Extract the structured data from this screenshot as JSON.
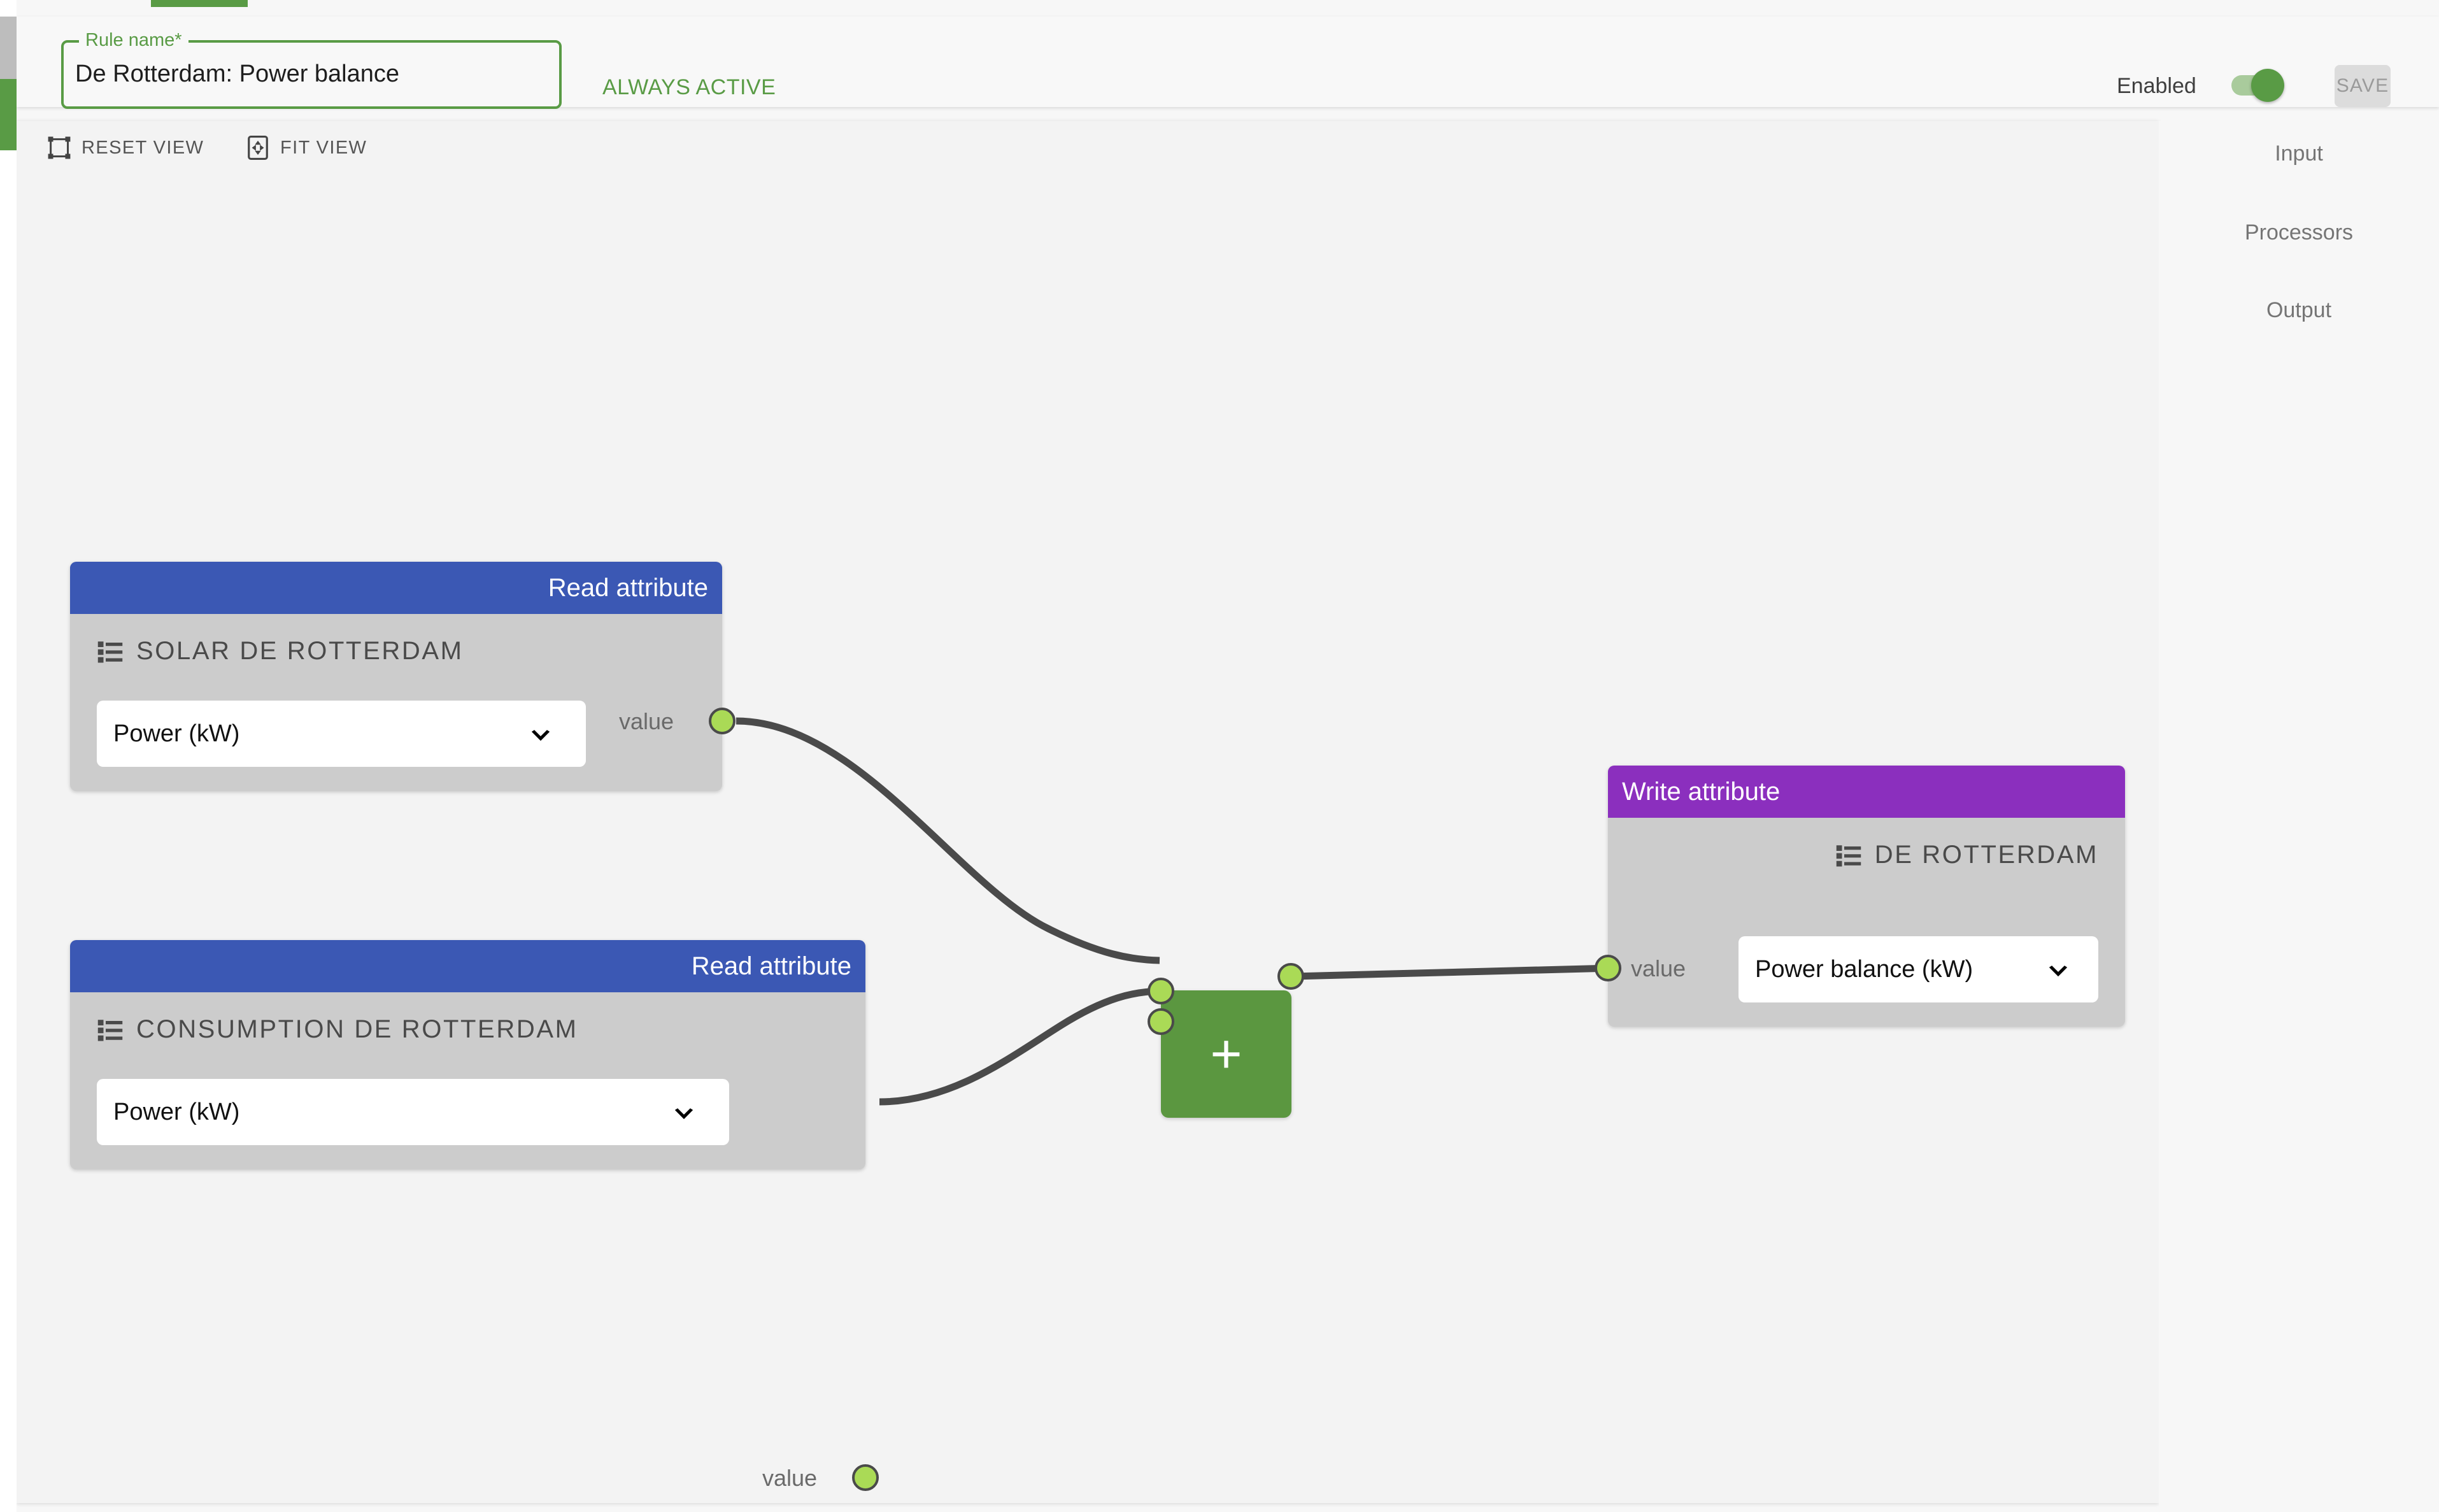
{
  "header": {
    "rule_name_legend": "Rule name*",
    "rule_name_value": "De Rotterdam: Power balance",
    "rule_name_placeholder": "Rule name",
    "always_active": "ALWAYS ACTIVE",
    "enabled_label": "Enabled",
    "enabled_state": "on",
    "save_label": "SAVE",
    "accent_green": "#599b45"
  },
  "toolbar": {
    "reset_view_label": "RESET VIEW",
    "reset_view_icon": "crop-frame-icon",
    "fit_view_label": "FIT VIEW",
    "fit_view_icon": "fit-arrows-icon"
  },
  "palette": {
    "input_label": "Input",
    "processors_label": "Processors",
    "output_label": "Output"
  },
  "canvas": {
    "nodes": [
      {
        "id": "read-solar",
        "type": "read-attribute",
        "header_label": "Read attribute",
        "header_color": "#3b58b4",
        "asset_name": "SOLAR DE ROTTERDAM",
        "asset_icon": "list-icon",
        "attribute_value": "Power (kW)",
        "ports": [
          {
            "side": "output",
            "label": "value",
            "color": "#aada56"
          }
        ]
      },
      {
        "id": "read-consumption",
        "type": "read-attribute",
        "header_label": "Read attribute",
        "header_color": "#3b58b4",
        "asset_name": "CONSUMPTION DE ROTTERDAM",
        "asset_icon": "list-icon",
        "attribute_value": "Power (kW)",
        "ports": [
          {
            "side": "output",
            "label": "value",
            "color": "#aada56"
          }
        ]
      },
      {
        "id": "processor-add",
        "type": "processor",
        "symbol": "+",
        "node_color": "#5b9740",
        "ports": [
          {
            "side": "input",
            "label": "",
            "color": "#aada56"
          },
          {
            "side": "input",
            "label": "",
            "color": "#aada56"
          },
          {
            "side": "output",
            "label": "",
            "color": "#aada56"
          }
        ]
      },
      {
        "id": "write-rotterdam",
        "type": "write-attribute",
        "header_label": "Write attribute",
        "header_color": "#8b2fbe",
        "asset_name": "DE ROTTERDAM",
        "asset_icon": "list-icon",
        "attribute_value": "Power balance (kW)",
        "ports": [
          {
            "side": "input",
            "label": "value",
            "color": "#aada56"
          }
        ]
      }
    ],
    "connections": [
      {
        "from": "read-solar.value",
        "to": "processor-add.in1"
      },
      {
        "from": "read-consumption.value",
        "to": "processor-add.in2"
      },
      {
        "from": "processor-add.out",
        "to": "write-rotterdam.value"
      }
    ]
  }
}
